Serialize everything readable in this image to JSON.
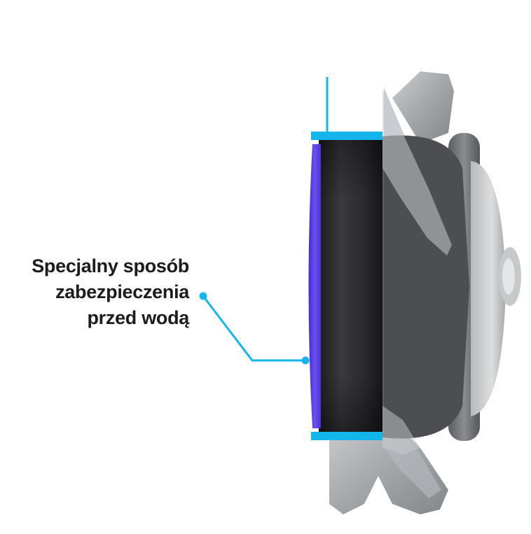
{
  "callout": {
    "lines": [
      "Specjalny sposób",
      "zabezpieczenia",
      "przed wodą"
    ]
  },
  "colors": {
    "accent_line": "#12b6ea",
    "seal_ring": "#5a3ee0",
    "body_dark": "#2a2a2c",
    "fan_gray": "#a9abad"
  },
  "icons": {
    "product": "fan-motor-icon",
    "seal": "waterproof-seal-icon"
  }
}
